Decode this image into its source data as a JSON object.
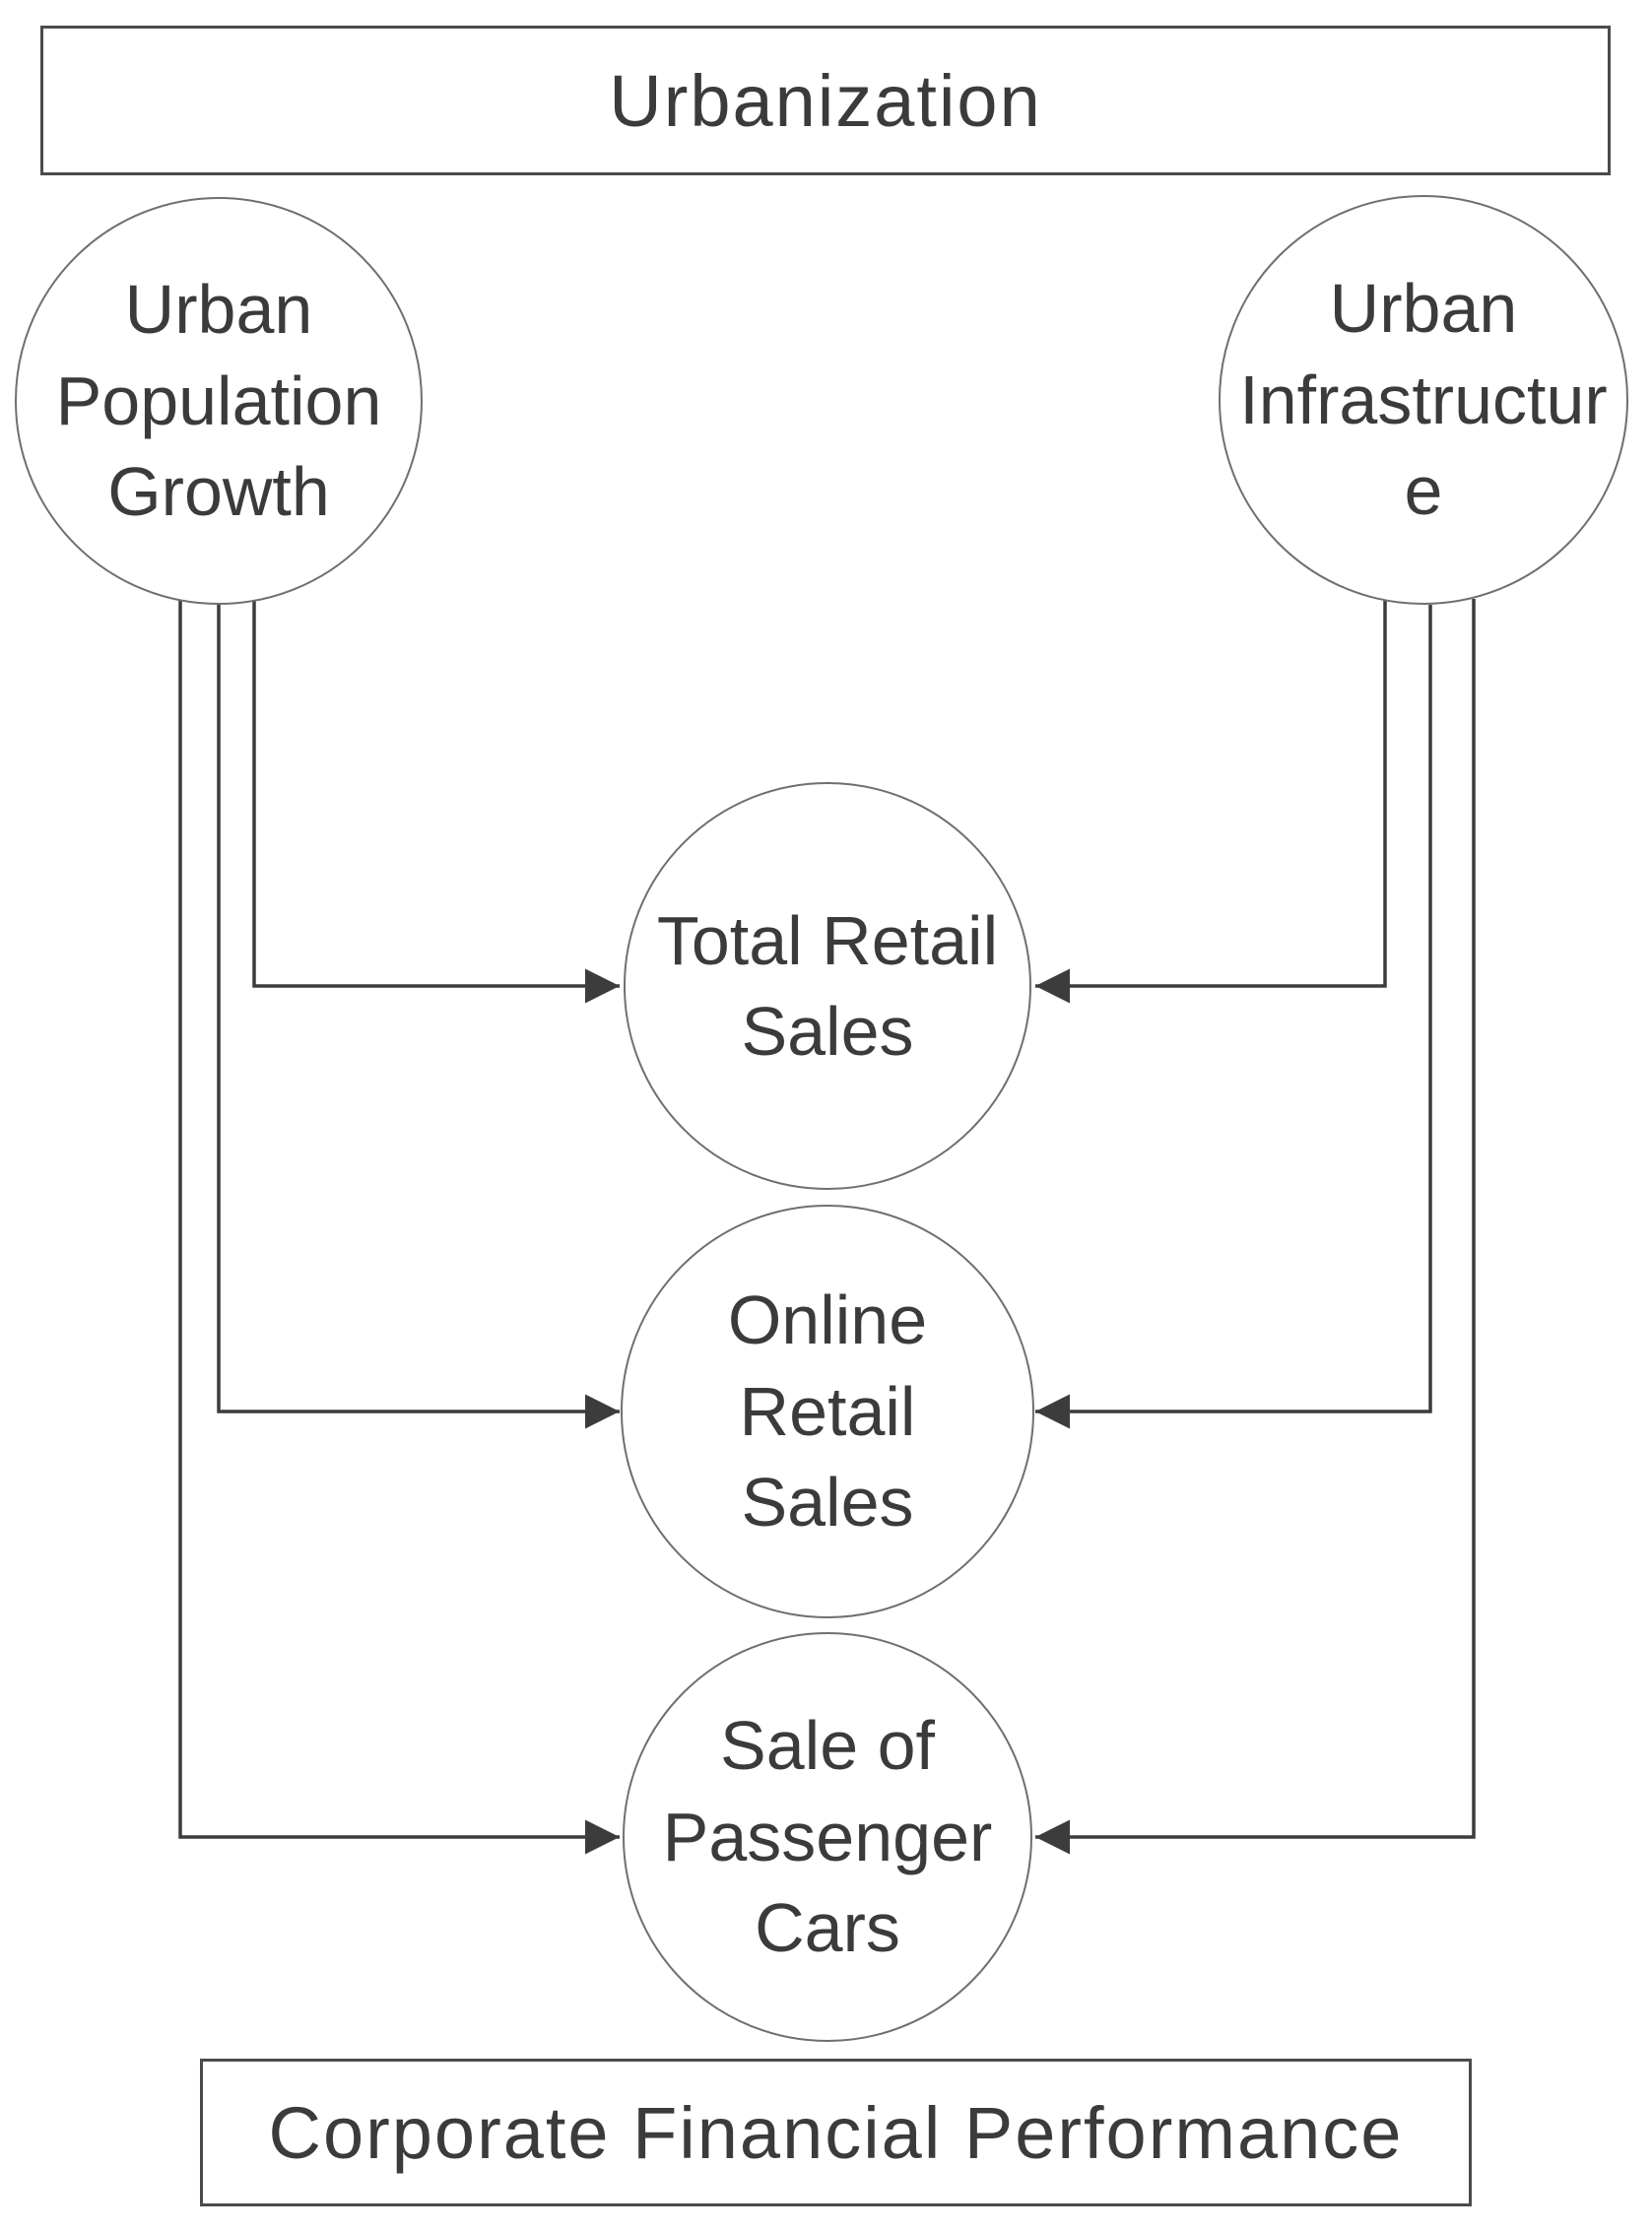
{
  "diagram": {
    "title_box": {
      "label": "Urbanization"
    },
    "bottom_box": {
      "label": "Corporate Financial Performance"
    },
    "nodes": [
      {
        "id": "urban-population-growth",
        "label": "Urban\nPopulation\nGrowth"
      },
      {
        "id": "urban-infrastructure",
        "label": "Urban\nInfrastructur\ne"
      },
      {
        "id": "total-retail-sales",
        "label": "Total Retail\nSales"
      },
      {
        "id": "online-retail-sales",
        "label": "Online\nRetail\nSales"
      },
      {
        "id": "sale-of-passenger-cars",
        "label": "Sale of\nPassenger\nCars"
      }
    ],
    "edges": [
      {
        "from": "Urban Population Growth",
        "to": "Total Retail Sales",
        "arrow": "into left side"
      },
      {
        "from": "Urban Population Growth",
        "to": "Online Retail Sales",
        "arrow": "into left side"
      },
      {
        "from": "Urban Population Growth",
        "to": "Sale of Passenger Cars",
        "arrow": "into left side"
      },
      {
        "from": "Urban Infrastructure",
        "to": "Total Retail Sales",
        "arrow": "into right side"
      },
      {
        "from": "Urban Infrastructure",
        "to": "Online Retail Sales",
        "arrow": "into right side"
      },
      {
        "from": "Urban Infrastructure",
        "to": "Sale of Passenger Cars",
        "arrow": "into right side"
      }
    ],
    "colors": {
      "background": "#ffffff",
      "line": "#3c3c3c",
      "box_border": "#4b4b4b",
      "circle_border": "#6f6f6f",
      "text": "#3b3b3b"
    }
  }
}
